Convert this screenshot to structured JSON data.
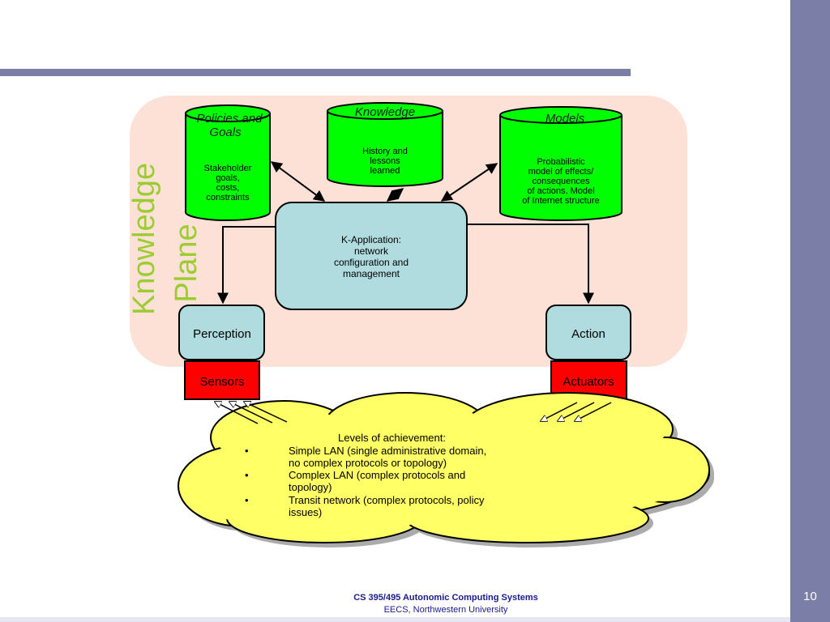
{
  "diagram": {
    "plane_label_line1": "Knowledge",
    "plane_label_line2": "Plane",
    "policies": {
      "title_line1": "Policies and",
      "title_line2": "Goals",
      "body": [
        "Stakeholder",
        "goals,",
        "costs,",
        "constraints"
      ]
    },
    "knowledge": {
      "title": "Knowledge",
      "body": [
        "History and",
        "lessons",
        "learned"
      ]
    },
    "models": {
      "title": "Models",
      "body": [
        "Probabilistic",
        "model of effects/",
        "consequences",
        "of actions. Model",
        "of Internet structure"
      ]
    },
    "k_application": {
      "lines": [
        "K-Application:",
        "network",
        "configuration and",
        "management"
      ]
    },
    "perception": "Perception",
    "action": "Action",
    "sensors": "Sensors",
    "actuators": "Actuators",
    "cloud": {
      "heading": "Levels of achievement:",
      "bullet": "•",
      "items": [
        [
          "Simple LAN (single administrative domain,",
          "no complex protocols or topology)"
        ],
        [
          "Complex LAN (complex protocols and",
          "topology)"
        ],
        [
          "Transit network (complex protocols, policy",
          "issues)"
        ]
      ]
    },
    "colors": {
      "plane_bg": "#fde0d6",
      "db_green": "#00ff00",
      "box_blue": "#b0dce0",
      "red": "#ff0000",
      "cloud_yellow": "#ffff66",
      "plane_text": "#9acd32"
    }
  },
  "footer": {
    "course": "CS 395/495 Autonomic Computing Systems",
    "dept": "EECS,  Northwestern University"
  },
  "slide_number": "10"
}
